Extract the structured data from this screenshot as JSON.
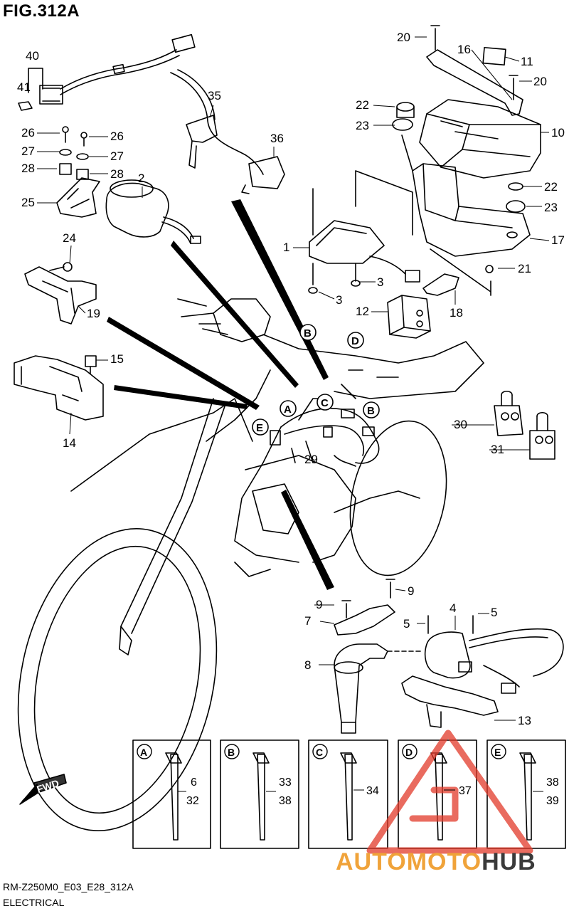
{
  "figure": {
    "title": "FIG.312A",
    "ref_code": "RM-Z250M0_E03_E28_312A",
    "section": "ELECTRICAL"
  },
  "callouts": {
    "c1": "1",
    "c2": "2",
    "c3a": "3",
    "c3b": "3",
    "c4": "4",
    "c5a": "5",
    "c5b": "5",
    "c7": "7",
    "c8": "8",
    "c9a": "9",
    "c9b": "9",
    "c10": "10",
    "c11": "11",
    "c12": "12",
    "c13": "13",
    "c14": "14",
    "c15": "15",
    "c16": "16",
    "c17": "17",
    "c18": "18",
    "c19": "19",
    "c20a": "20",
    "c20b": "20",
    "c21": "21",
    "c22a": "22",
    "c22b": "22",
    "c23a": "23",
    "c23b": "23",
    "c24": "24",
    "c25": "25",
    "c26a": "26",
    "c26b": "26",
    "c27a": "27",
    "c27b": "27",
    "c28a": "28",
    "c28b": "28",
    "c29": "29",
    "c30": "30",
    "c31": "31",
    "c35": "35",
    "c36": "36",
    "c40": "40",
    "c41": "41"
  },
  "locators": {
    "A": "A",
    "B1": "B",
    "B2": "B",
    "C": "C",
    "D": "D",
    "E": "E"
  },
  "panels": [
    {
      "letter": "A",
      "part_top": "6",
      "part_bottom": "32"
    },
    {
      "letter": "B",
      "part_top": "33",
      "part_bottom": "38"
    },
    {
      "letter": "C",
      "part_top": "34",
      "part_bottom": ""
    },
    {
      "letter": "D",
      "part_top": "37",
      "part_bottom": ""
    },
    {
      "letter": "E",
      "part_top": "38",
      "part_bottom": "39"
    }
  ],
  "fwd_label": "FWD",
  "watermark": {
    "part1": "AUTOMOTO",
    "part2": "HUB",
    "color1": "#f0a33a",
    "color2": "#3a3a3a",
    "logo_color": "#e23a2a"
  }
}
